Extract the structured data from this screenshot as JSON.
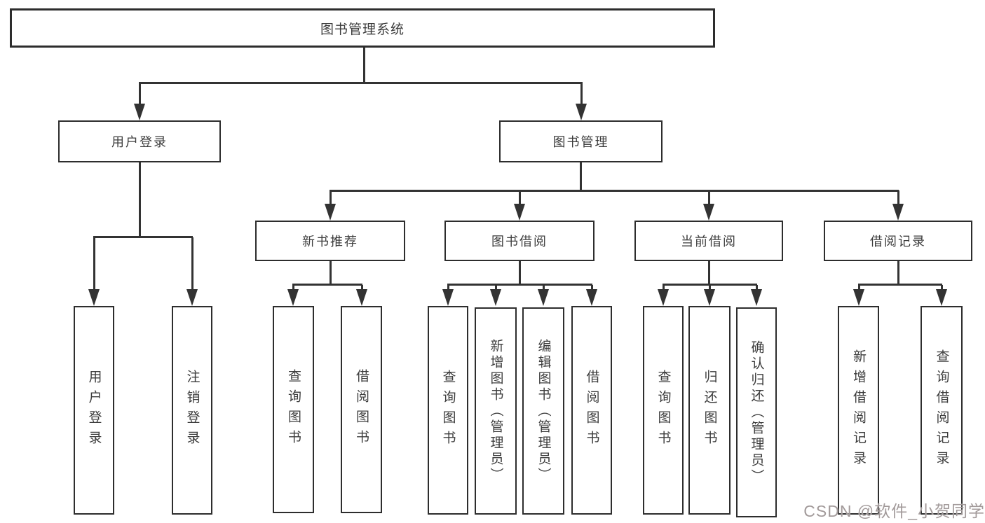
{
  "tree": {
    "root": {
      "label": "图书管理系统",
      "children": [
        {
          "label": "用户登录",
          "children": [
            {
              "label": "用户登录"
            },
            {
              "label": "注销登录"
            }
          ]
        },
        {
          "label": "图书管理",
          "children": [
            {
              "label": "新书推荐",
              "children": [
                {
                  "label": "查询图书"
                },
                {
                  "label": "借阅图书"
                }
              ]
            },
            {
              "label": "图书借阅",
              "children": [
                {
                  "label": "查询图书"
                },
                {
                  "label": "新增图书（管理员）"
                },
                {
                  "label": "编辑图书（管理员）"
                },
                {
                  "label": "借阅图书"
                }
              ]
            },
            {
              "label": "当前借阅",
              "children": [
                {
                  "label": "查询图书"
                },
                {
                  "label": "归还图书"
                },
                {
                  "label": "确认归还（管理员）"
                }
              ]
            },
            {
              "label": "借阅记录",
              "children": [
                {
                  "label": "新增借阅记录"
                },
                {
                  "label": "查询借阅记录"
                }
              ]
            }
          ]
        }
      ]
    }
  },
  "watermark": {
    "text": "CSDN @软件_小贺同学"
  },
  "colors": {
    "line": "#333333",
    "box_border": "#2d2d2d",
    "text": "#3c3c3c",
    "watermark": "#a29a9a",
    "background": "#ffffff"
  }
}
